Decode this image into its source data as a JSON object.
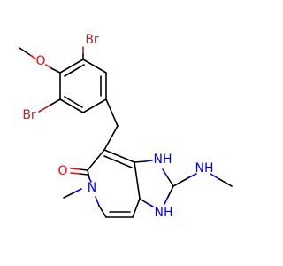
{
  "molecule": {
    "atom_labels": {
      "br_top": "Br",
      "br_left": "Br",
      "o_methoxy": "O",
      "o_carbonyl": "O",
      "n_ring": "N",
      "nh_upper": "NH",
      "nh_lower": "NH",
      "nh_methylamino": "NH"
    },
    "colors": {
      "bond": "#000000",
      "oxygen": "#ff0000",
      "nitrogen": "#0000ff",
      "bromine": "#a52a2a"
    }
  }
}
